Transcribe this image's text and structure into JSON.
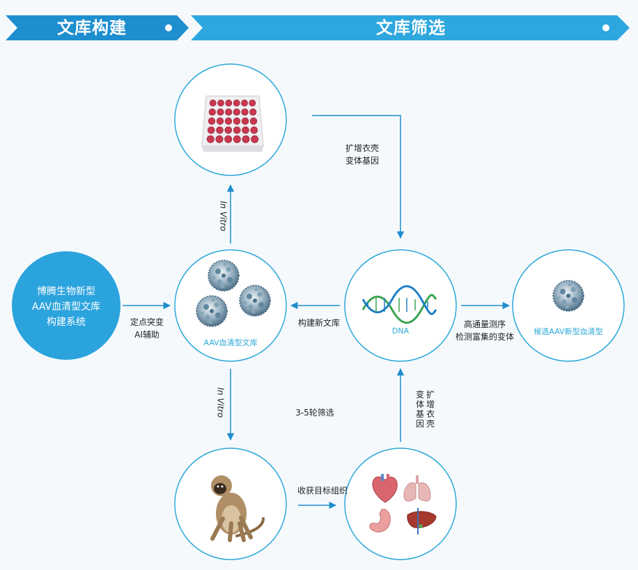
{
  "banner": {
    "left_title": "文库构建",
    "right_title": "文库筛选",
    "primary_color": "#1e8ecf",
    "secondary_color": "#2ea7df"
  },
  "hub": {
    "lines": [
      "博腾生物新型",
      "AAV血清型文库",
      "构建系统"
    ],
    "color": "#2ba3dd"
  },
  "nodes": {
    "cell_plate": {
      "icon": "cell-culture-plate-icon"
    },
    "aav_library": {
      "label": "AAV血清型文库",
      "icon": "aav-capsid-icon"
    },
    "dna": {
      "label": "DNA",
      "icon": "dna-helix-icon"
    },
    "candidate": {
      "label": "候选AAV新型血清型",
      "icon": "aav-capsid-icon"
    },
    "monkey": {
      "icon": "monkey-icon"
    },
    "organs": {
      "icons": [
        "heart-icon",
        "lungs-icon",
        "stomach-icon",
        "liver-icon"
      ]
    }
  },
  "edges": {
    "hub_to_library": {
      "lines": [
        "定点突变",
        "AI辅助"
      ]
    },
    "library_to_plate": {
      "label": "In Vitro"
    },
    "plate_to_dna": {
      "lines": [
        "扩增衣壳",
        "变体基因"
      ]
    },
    "dna_to_library": {
      "label": "构建新文库"
    },
    "dna_to_candidate": {
      "lines": [
        "高通量测序",
        "检测富集的变体"
      ]
    },
    "library_to_monkey": {
      "label": "In Vitro"
    },
    "rounds": {
      "label": "3-5轮筛选"
    },
    "monkey_to_organs": {
      "label": "收获目标组织"
    },
    "organs_to_dna": {
      "col1": "变体基因",
      "col2": "扩增衣壳"
    }
  },
  "colors": {
    "arrow": "#1f8dce",
    "circle_border": "#2ba8d9",
    "node_label": "#2ba8d9",
    "dna_green": "#3aa552",
    "dna_blue": "#1f7fc6",
    "plate_red": "#c8384f"
  }
}
